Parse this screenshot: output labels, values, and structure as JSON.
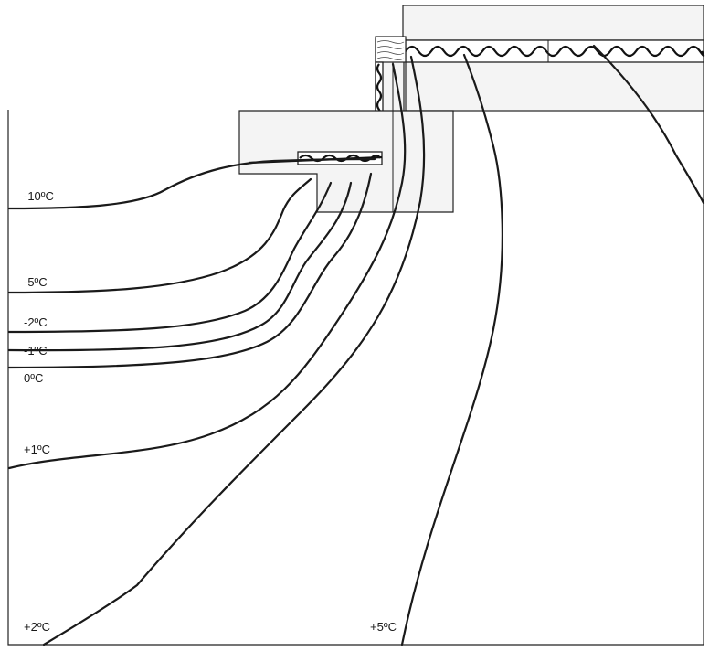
{
  "isotherms": [
    {
      "id": "m10",
      "label": "-10ºC"
    },
    {
      "id": "m5",
      "label": "-5ºC"
    },
    {
      "id": "m2",
      "label": "-2ºC"
    },
    {
      "id": "m1",
      "label": "-1ºC"
    },
    {
      "id": "z0",
      "label": "0ºC"
    },
    {
      "id": "p1",
      "label": "+1ºC"
    },
    {
      "id": "p2",
      "label": "+2ºC"
    },
    {
      "id": "p5",
      "label": "+5ºC"
    }
  ]
}
